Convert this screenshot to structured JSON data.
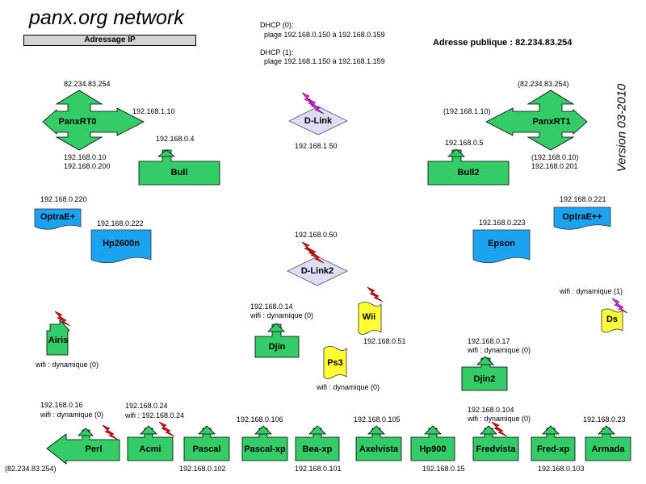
{
  "header": {
    "title": "panx.org network",
    "subtitle": "Adressage IP",
    "public_address": "Adresse publique : 82.234.83.254",
    "version": "Version 03-2010",
    "dhcp0_title": "DHCP (0):",
    "dhcp0_range": "plage 192.168.0.150 à 192.168.0.159",
    "dhcp1_title": "DHCP (1):",
    "dhcp1_range": "plage 192.168.1.150 à 192.168.1.159"
  },
  "colors": {
    "device_green": "#33cc66",
    "printer_blue": "#1aa3f0",
    "wifi_yellow": "#ffff33",
    "router_lavender": "#ddddf5",
    "lightning_red": "#ee1111",
    "lightning_magenta": "#ee22ee"
  },
  "nodes": {
    "panxrt0": {
      "label": "PanxRT0",
      "ip_top": "82.234.83.254",
      "ip_right": "192.168.1.10",
      "ip_bottom1": "192.168.0.10",
      "ip_bottom2": "192.168.0.200"
    },
    "panxrt1": {
      "label": "PanxRT1",
      "ip_top": "(82.234.83.254)",
      "ip_left": "(192.168.1.10)",
      "ip_bottom1": "(192.168.0.10)",
      "ip_bottom2": "192.168.0.201"
    },
    "dlink": {
      "label": "D-Link",
      "ip": "192.168.1.50"
    },
    "dlink2": {
      "label": "D-Link2",
      "ip": "192.168.0.50"
    },
    "bull": {
      "label": "Bull",
      "ip": "192.168.0.4"
    },
    "bull2": {
      "label": "Bull2",
      "ip": "192.168.0.5"
    },
    "optrae": {
      "label": "OptraE+",
      "ip": "192.168.0.220"
    },
    "hp2600n": {
      "label": "Hp2600n",
      "ip": "192.168.0.222"
    },
    "optraepp": {
      "label": "OptraE++",
      "ip": "192.168.0.221"
    },
    "epson": {
      "label": "Epson",
      "ip": "192.168.0.223"
    },
    "airis": {
      "label": "Airis",
      "ip": "wifi : dynamique (0)"
    },
    "djin": {
      "label": "Djin",
      "ip1": "192.168.0.14",
      "ip2": "wifi : dynamique (0)"
    },
    "wii": {
      "label": "Wii",
      "ip": "192.168.0.51"
    },
    "ps3": {
      "label": "Ps3",
      "ip": "wifi : dynamique (0)"
    },
    "djin2": {
      "label": "Djin2",
      "ip1": "192.168.0.17",
      "ip2": "wifi : dynamique (0)"
    },
    "ds": {
      "label": "Ds",
      "ip": "wifi : dynamique (1)"
    },
    "perl": {
      "label": "Perl",
      "ip1": "192.168.0.16",
      "ip2": "wifi : dynamique (0)",
      "ip_left": "(82.234.83.254)"
    },
    "acmi": {
      "label": "Acmi",
      "ip1": "192.168.0.24",
      "ip2": "wifi : 192.168.0.24"
    },
    "pascal": {
      "label": "Pascal",
      "ip": "192.168.0.102"
    },
    "pascalxp": {
      "label": "Pascal-xp",
      "ip": "192.168.0.106"
    },
    "beaxp": {
      "label": "Bea-xp",
      "ip": "192.168.0.101"
    },
    "axelvista": {
      "label": "Axelvista",
      "ip": "192.168.0.105"
    },
    "hp900": {
      "label": "Hp900",
      "ip": "192.168.0.15"
    },
    "fredvista": {
      "label": "Fredvista",
      "ip1": "192.168.0.104",
      "ip2": "wifi : dynamique (0)"
    },
    "fredxp": {
      "label": "Fred-xp",
      "ip": "192.168.0.103"
    },
    "armada": {
      "label": "Armada",
      "ip": "192.168.0.23"
    }
  }
}
